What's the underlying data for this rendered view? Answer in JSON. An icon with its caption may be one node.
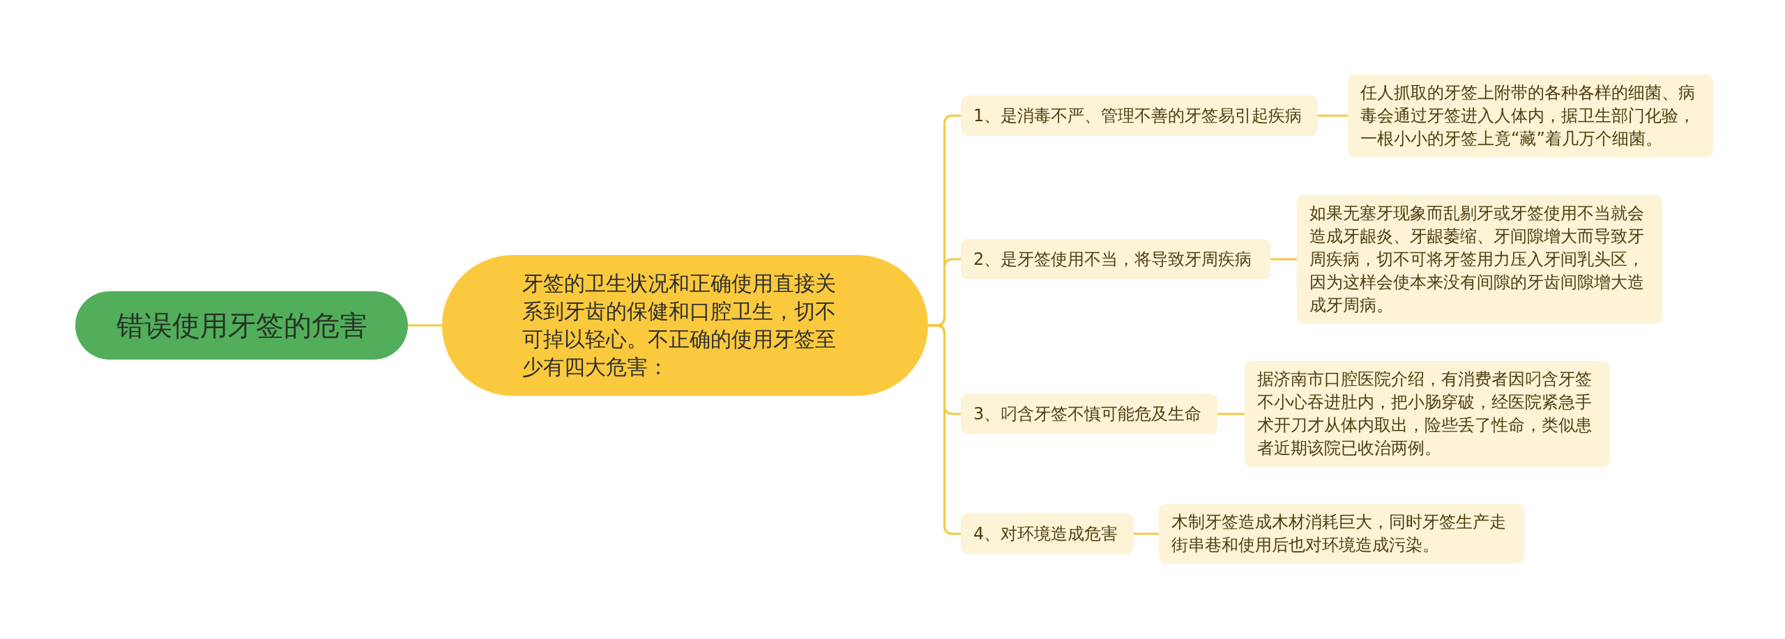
{
  "diagram": {
    "nodes": [
      {
        "text": [
          "错误使用牙签的危害"
        ]
      },
      {
        "text": [
          "牙签的卫生状况和正确使用直接关系到牙齿的保健和口腔卫生，切不可掉以轻心。不正确的使用牙签至少有四大危害："
        ]
      },
      {
        "text": [
          "1、是消毒不严、管理不善的牙签易引起疾病"
        ]
      },
      {
        "text": [
          "任人抓取的牙签上附带的各种各样的细菌、病毒会通过牙签进入人体内，据卫生部门化验，一根小小的牙签上竟“藏”着几万个细菌。"
        ]
      },
      {
        "text": [
          "2、是牙签使用不当，将导致牙周疾病"
        ]
      },
      {
        "text": [
          "如果无塞牙现象而乱剔牙或牙签使用不当就会造成牙龈炎、牙龈萎缩、牙间隙增大而导致牙周疾病，切不可将牙签用力压入牙间乳头区，因为这样会使本来没有间隙的牙齿间隙增大造成牙周病。"
        ]
      },
      {
        "text": [
          "3、叼含牙签不慎可能危及生命"
        ]
      },
      {
        "text": [
          "据济南市口腔医院介绍，有消费者因叼含牙签不小心吞进肚内，把小肠穿破，经医院紧急手术开刀才从体内取出，险些丢了性命，类似患者近期该院已收治两例。"
        ]
      },
      {
        "text": [
          "4、对环境造成危害"
        ]
      },
      {
        "text": [
          "木制牙签造成木材消耗巨大，同时牙签生产走街串巷和使用后也对环境造成污染。"
        ]
      }
    ],
    "edges": [
      {
        "from": 0,
        "to": 1,
        "arrow": "none"
      },
      {
        "from": 1,
        "to": 2,
        "arrow": "none"
      },
      {
        "from": 2,
        "to": 3,
        "arrow": "none"
      },
      {
        "from": 1,
        "to": 4,
        "arrow": "none"
      },
      {
        "from": 4,
        "to": 5,
        "arrow": "none"
      },
      {
        "from": 1,
        "to": 6,
        "arrow": "none"
      },
      {
        "from": 6,
        "to": 7,
        "arrow": "none"
      },
      {
        "from": 1,
        "to": 8,
        "arrow": "none"
      },
      {
        "from": 8,
        "to": 9,
        "arrow": "none"
      }
    ]
  }
}
